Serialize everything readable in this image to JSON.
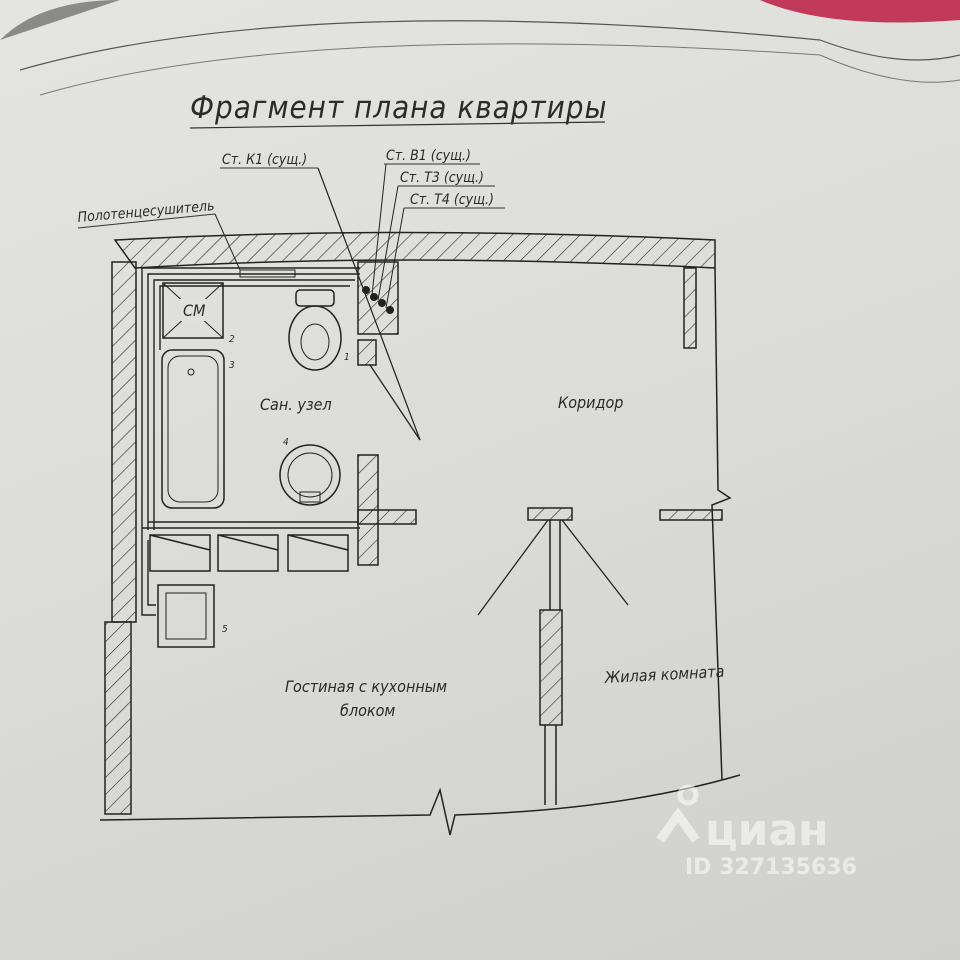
{
  "title": "Фрагмент плана квартиры",
  "callouts": {
    "k1": "Ст. К1 (сущ.)",
    "b1": "Ст. В1 (сущ.)",
    "t3": "Ст. Т3 (сущ.)",
    "t4": "Ст. Т4 (сущ.)",
    "towel": "Полотенцесушитель"
  },
  "fixtures": {
    "washer": "СМ",
    "n1": "1",
    "n2": "2",
    "n3": "3",
    "n4": "4",
    "n5": "5"
  },
  "rooms": {
    "bathroom": "Сан. узел",
    "corridor": "Коридор",
    "living_kitchen_1": "Гостиная с кухонным",
    "living_kitchen_2": "блоком",
    "bedroom": "Жилая комната"
  },
  "watermark": {
    "brand": "циан",
    "id": "ID 327135636"
  }
}
